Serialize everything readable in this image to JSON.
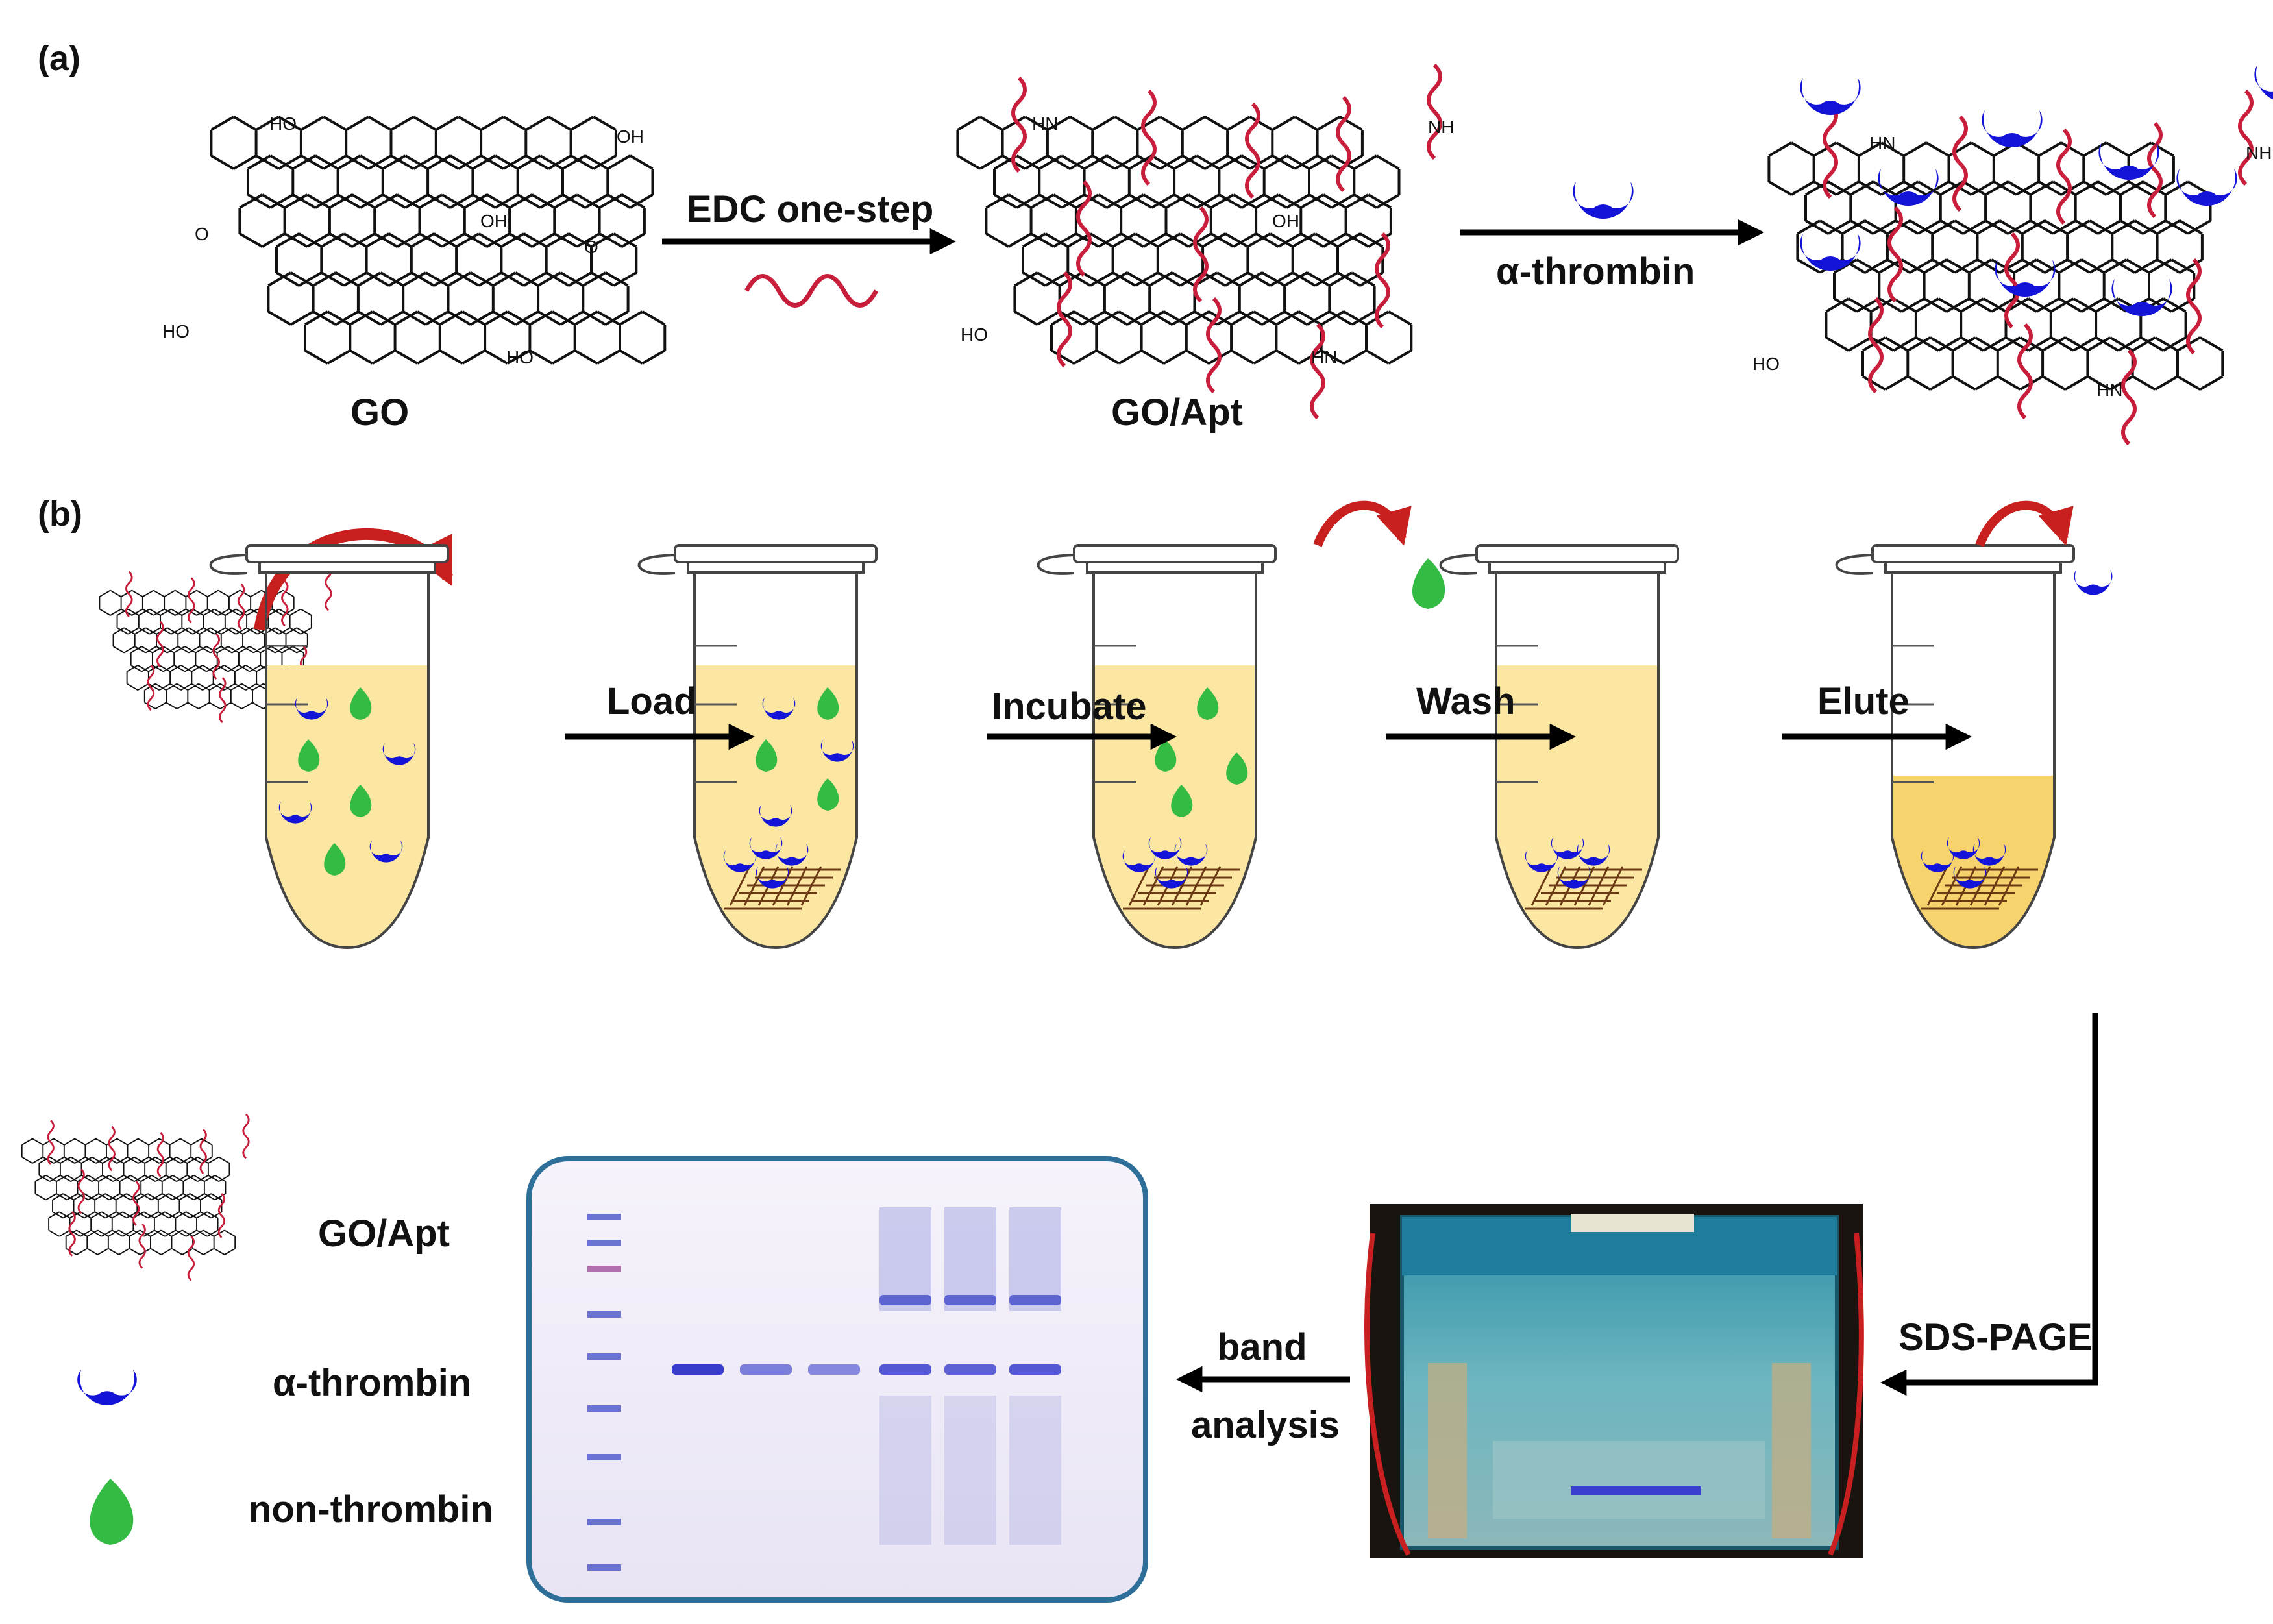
{
  "panel_a": {
    "label": "(a)",
    "go_label": "GO",
    "go_apt_label": "GO/Apt",
    "step1_label": "EDC one-step",
    "step2_label": "α-thrombin",
    "atoms": {
      "hooc": "HO",
      "oh": "OH",
      "nh": "NH",
      "hn": "HN",
      "o": "O"
    }
  },
  "panel_b": {
    "label": "(b)",
    "steps": [
      "Load",
      "Incubate",
      "Wash",
      "Elute"
    ],
    "sds_label": "SDS-PAGE",
    "band_label_1": "band",
    "band_label_2": "analysis"
  },
  "legend": {
    "go_apt": "GO/Apt",
    "thrombin": "α-thrombin",
    "non_thrombin": "non-thrombin"
  },
  "colors": {
    "thrombin": "#1414d8",
    "non_thrombin": "#33bb44",
    "aptamer": "#c81e3c",
    "solution": "#fbe6a2",
    "solution_dark": "#f7d36e",
    "gel_frame": "#2e6f9a",
    "tank_teal": "#2aa6b8"
  }
}
